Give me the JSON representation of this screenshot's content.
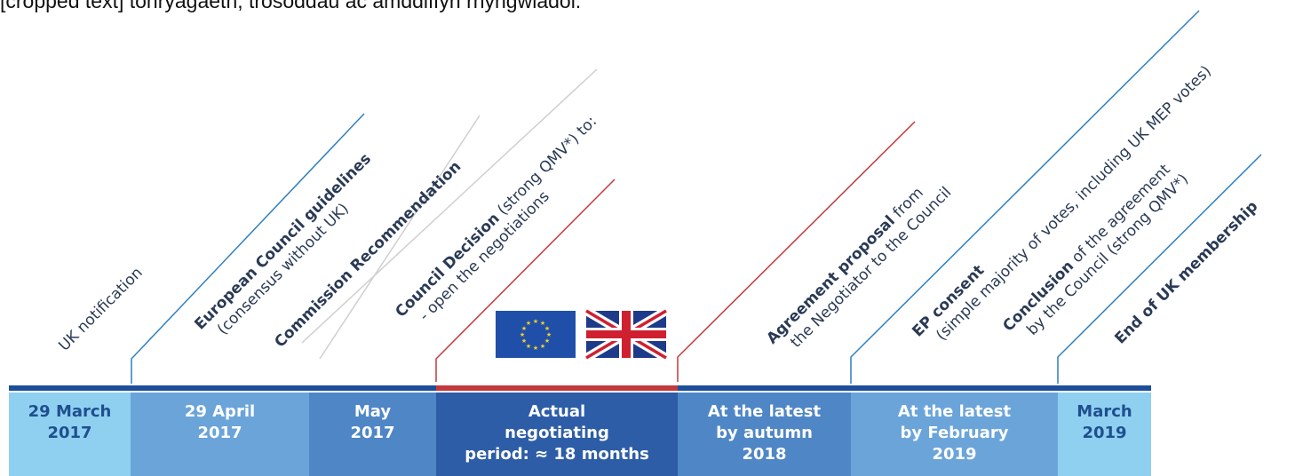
{
  "caption": "[cropped text] tonryagaeth, trosoddau ac amddiffyn rhyngwladol.",
  "colors": {
    "bar_top": "#1c4e99",
    "segment_light": "#8fd0f0",
    "segment_mid": "#6ba4d9",
    "segment_med": "#4f86c6",
    "segment_dark": "#2d5da6",
    "negotiation_red": "#c4393d",
    "line_blue": "#2f7fbf",
    "line_grey": "#cfcfcf",
    "eu_blue": "#1f4fa8",
    "eu_star": "#f6d22c",
    "uk_blue": "#1e3a8a",
    "uk_red": "#cf2030"
  },
  "timeline": [
    {
      "lines": [
        "29 March",
        "2017"
      ]
    },
    {
      "lines": [
        "29 April",
        "2017"
      ]
    },
    {
      "lines": [
        "May",
        "2017"
      ]
    },
    {
      "lines": [
        "Actual",
        "negotiating",
        "period: ≈ 18 months"
      ]
    },
    {
      "lines": [
        "At the latest",
        "by autumn",
        "2018"
      ]
    },
    {
      "lines": [
        "At the latest",
        "by February",
        "2019"
      ]
    },
    {
      "lines": [
        "March",
        "2019"
      ]
    }
  ],
  "labels": [
    {
      "bold": "",
      "text": "UK notification",
      "text2": ""
    },
    {
      "bold": "European Council guidelines",
      "text": "",
      "text2": "(consensus without UK)"
    },
    {
      "bold": "Commission Recommendation",
      "text": "",
      "text2": ""
    },
    {
      "bold": "Council Decision",
      "text": " (strong QMV*) to:",
      "text2": "- open the negotiations"
    },
    {
      "bold": "Agreement proposal",
      "text": " from",
      "text2": "the Negotiator to the Council"
    },
    {
      "bold": "EP consent",
      "text": "",
      "text2": "(simple majority of votes, including UK MEP votes)"
    },
    {
      "bold": "Conclusion",
      "text": " of the agreement",
      "text2": "by the Council (strong QMV*)"
    },
    {
      "bold": "End of  UK membership",
      "text": "",
      "text2": ""
    }
  ],
  "flags": [
    {
      "icon": "eu-flag-icon"
    },
    {
      "icon": "uk-flag-icon"
    }
  ]
}
